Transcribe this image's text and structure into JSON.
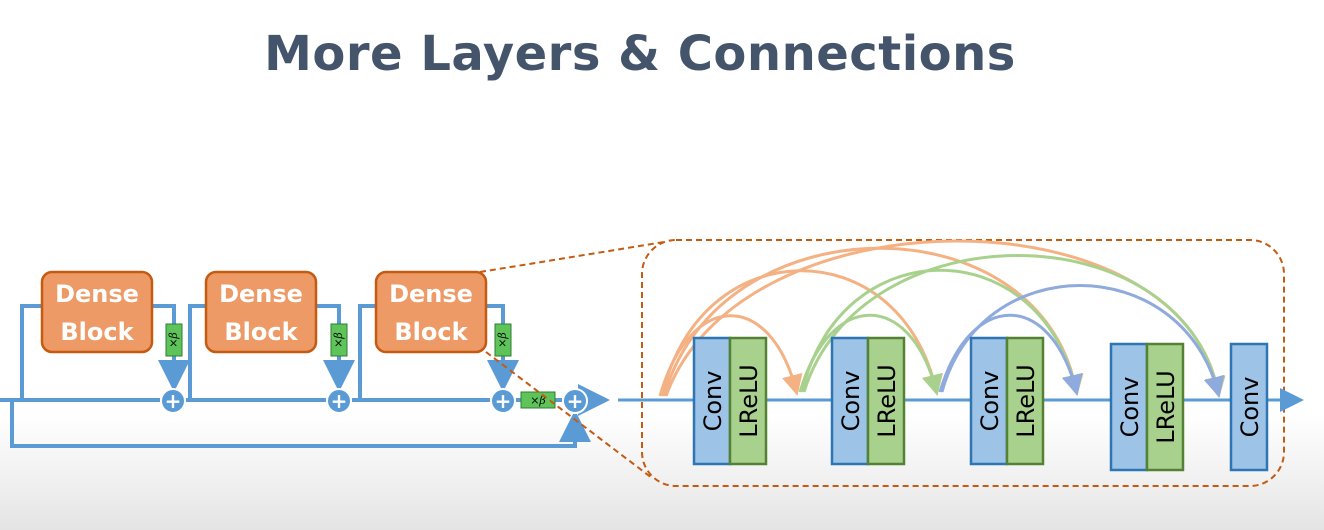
{
  "title": "More Layers & Connections",
  "left_panel": {
    "dense_blocks": [
      {
        "line1": "Dense",
        "line2": "Block"
      },
      {
        "line1": "Dense",
        "line2": "Block"
      },
      {
        "line1": "Dense",
        "line2": "Block"
      }
    ],
    "beta_label": "×β",
    "plus_symbol": "+"
  },
  "right_panel": {
    "layers": [
      {
        "conv": "Conv",
        "act": "LReLU"
      },
      {
        "conv": "Conv",
        "act": "LReLU"
      },
      {
        "conv": "Conv",
        "act": "LReLU"
      },
      {
        "conv": "Conv",
        "act": "LReLU"
      },
      {
        "conv": "Conv"
      }
    ]
  },
  "colors": {
    "title": "#44546a",
    "dense_block_fill": "#ed9a66",
    "dense_block_border": "#c55a11",
    "flow_line": "#5b9bd5",
    "beta_fill": "#5ec45a",
    "conv_fill": "#9dc3e6",
    "conv_border": "#2e75b6",
    "lrelu_fill": "#a9d18e",
    "lrelu_border": "#548235",
    "skip_orange": "#f4b183",
    "skip_green": "#a9d18e",
    "skip_blue": "#8faadc",
    "zoom_outline": "#c55a11"
  }
}
